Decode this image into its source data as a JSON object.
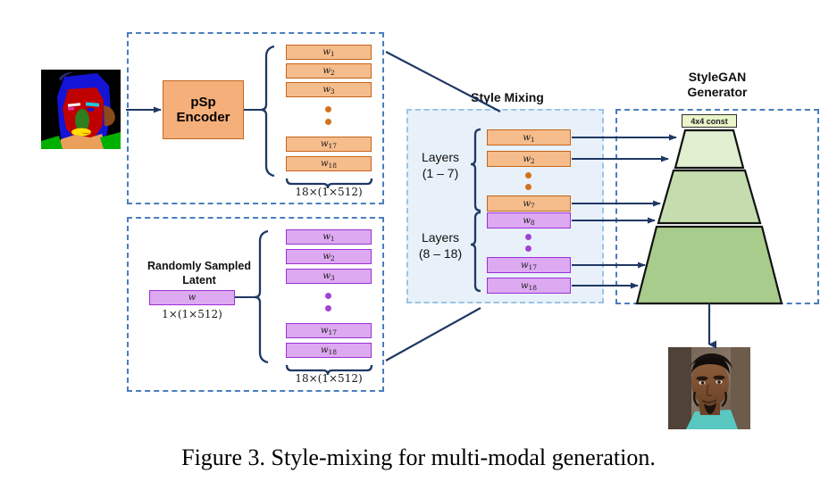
{
  "figure": {
    "caption": "Figure 3. Style-mixing for multi-modal generation."
  },
  "encoder_branch": {
    "encoder_label": "pSp\nEncoder",
    "input_image_name": "semantic-segmentation-map",
    "latents": [
      {
        "sym": "w",
        "sub": "1"
      },
      {
        "sym": "w",
        "sub": "2"
      },
      {
        "sym": "w",
        "sub": "3"
      },
      {
        "sym": "w",
        "sub": "17"
      },
      {
        "sym": "w",
        "sub": "18"
      }
    ],
    "dimension_label": "18×(1×512)"
  },
  "random_branch": {
    "title": "Randomly Sampled\nLatent",
    "latent": {
      "sym": "w",
      "sub": ""
    },
    "latent_dim_label": "1×(1×512)",
    "latents": [
      {
        "sym": "w",
        "sub": "1"
      },
      {
        "sym": "w",
        "sub": "2"
      },
      {
        "sym": "w",
        "sub": "3"
      },
      {
        "sym": "w",
        "sub": "17"
      },
      {
        "sym": "w",
        "sub": "18"
      }
    ],
    "dimension_label": "18×(1×512)"
  },
  "style_mixing": {
    "title": "Style Mixing",
    "group_labels": [
      {
        "name": "Layers",
        "range": "(1 – 7)"
      },
      {
        "name": "Layers",
        "range": "(8 – 18)"
      }
    ],
    "rows": [
      {
        "sym": "w",
        "sub": "1",
        "kind": "orange"
      },
      {
        "sym": "w",
        "sub": "2",
        "kind": "orange"
      },
      {
        "sym": "w",
        "sub": "7",
        "kind": "orange"
      },
      {
        "sym": "w",
        "sub": "8",
        "kind": "purple"
      },
      {
        "sym": "w",
        "sub": "17",
        "kind": "purple"
      },
      {
        "sym": "w",
        "sub": "18",
        "kind": "purple"
      }
    ]
  },
  "generator": {
    "title": "StyleGAN\nGenerator",
    "const_label": "4x4 const",
    "output_image_name": "generated-face-photo"
  },
  "colors": {
    "orange_fill": "#f5bc8c",
    "orange_border": "#c5651a",
    "orange_encoder": "#f5af7a",
    "purple_fill": "#dda9f0",
    "purple_border": "#9b30d9",
    "panel_fill": "#e8f1f9",
    "panel_border": "#9cc3e5",
    "dash_border": "#4a7ebb",
    "arrow": "#1f3864",
    "gen_light": "#e0efd0",
    "gen_mid": "#c5ddae",
    "gen_dark": "#a8cc8c",
    "const_fill": "#e9f5c9"
  }
}
